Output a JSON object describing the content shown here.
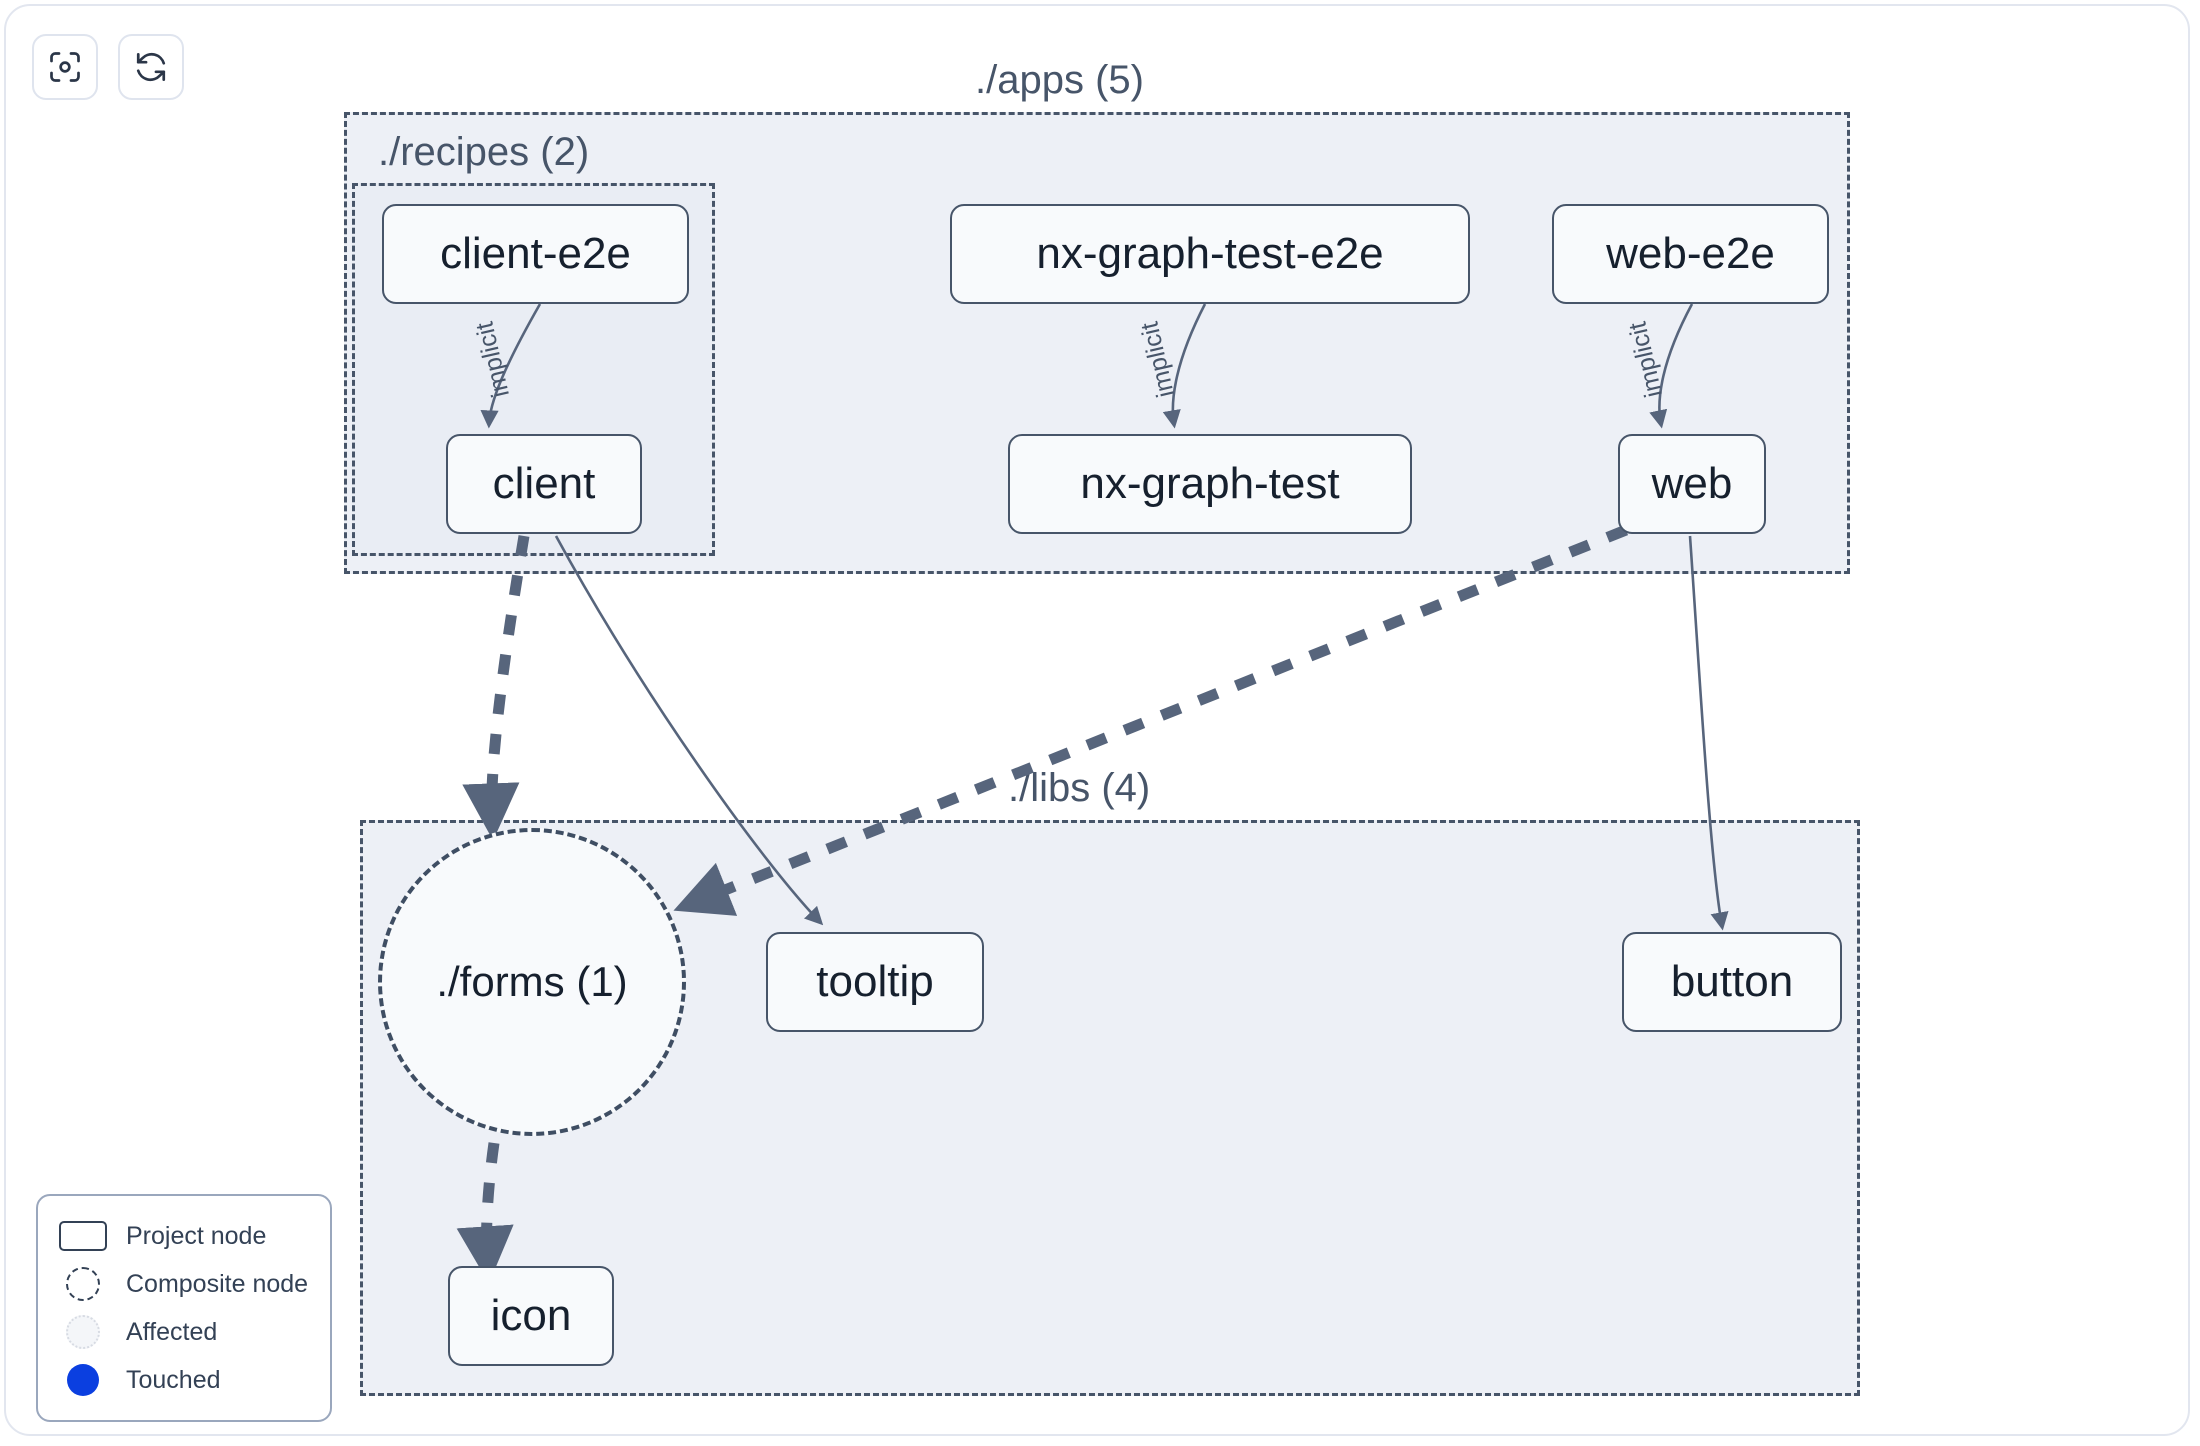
{
  "toolbar": {
    "buttons": [
      {
        "name": "focus-graph-button",
        "icon": "viewfinder-icon",
        "title": "Focus graph"
      },
      {
        "name": "refresh-graph-button",
        "icon": "refresh-icon",
        "title": "Refresh graph"
      }
    ]
  },
  "graph": {
    "groups": [
      {
        "id": "apps",
        "label": "./apps (5)",
        "count": 5
      },
      {
        "id": "recipes",
        "label": "./recipes (2)",
        "count": 2
      },
      {
        "id": "libs",
        "label": "./libs (4)",
        "count": 4
      }
    ],
    "nodes": [
      {
        "id": "client-e2e",
        "label": "client-e2e",
        "type": "project",
        "group": "recipes"
      },
      {
        "id": "nx-graph-test-e2e",
        "label": "nx-graph-test-e2e",
        "type": "project",
        "group": "apps"
      },
      {
        "id": "web-e2e",
        "label": "web-e2e",
        "type": "project",
        "group": "apps"
      },
      {
        "id": "client",
        "label": "client",
        "type": "project",
        "group": "recipes"
      },
      {
        "id": "nx-graph-test",
        "label": "nx-graph-test",
        "type": "project",
        "group": "apps"
      },
      {
        "id": "web",
        "label": "web",
        "type": "project",
        "group": "apps"
      },
      {
        "id": "forms",
        "label": "./forms (1)",
        "type": "composite",
        "group": "libs"
      },
      {
        "id": "tooltip",
        "label": "tooltip",
        "type": "project",
        "group": "libs"
      },
      {
        "id": "button",
        "label": "button",
        "type": "project",
        "group": "libs"
      },
      {
        "id": "icon",
        "label": "icon",
        "type": "project",
        "group": "libs"
      }
    ],
    "edges": [
      {
        "from": "client-e2e",
        "to": "client",
        "label": "implicit",
        "style": "solid"
      },
      {
        "from": "nx-graph-test-e2e",
        "to": "nx-graph-test",
        "label": "implicit",
        "style": "solid"
      },
      {
        "from": "web-e2e",
        "to": "web",
        "label": "implicit",
        "style": "solid"
      },
      {
        "from": "client",
        "to": "forms",
        "label": "",
        "style": "dashed"
      },
      {
        "from": "client",
        "to": "tooltip",
        "label": "",
        "style": "solid"
      },
      {
        "from": "web",
        "to": "forms",
        "label": "",
        "style": "dashed"
      },
      {
        "from": "web",
        "to": "button",
        "label": "",
        "style": "solid"
      },
      {
        "from": "forms",
        "to": "icon",
        "label": "",
        "style": "dashed"
      }
    ]
  },
  "legend": {
    "items": [
      {
        "swatch": "project",
        "label": "Project node"
      },
      {
        "swatch": "composite",
        "label": "Composite node"
      },
      {
        "swatch": "affected",
        "label": "Affected"
      },
      {
        "swatch": "touched",
        "label": "Touched"
      }
    ]
  },
  "colors": {
    "background": "#ffffff",
    "group_fill": "#edf0f6",
    "group_border": "#475569",
    "node_fill": "#f8fafc",
    "node_border": "#475569",
    "node_text": "#16202e",
    "edge": "#57657c",
    "touched": "#0b3fe0"
  }
}
